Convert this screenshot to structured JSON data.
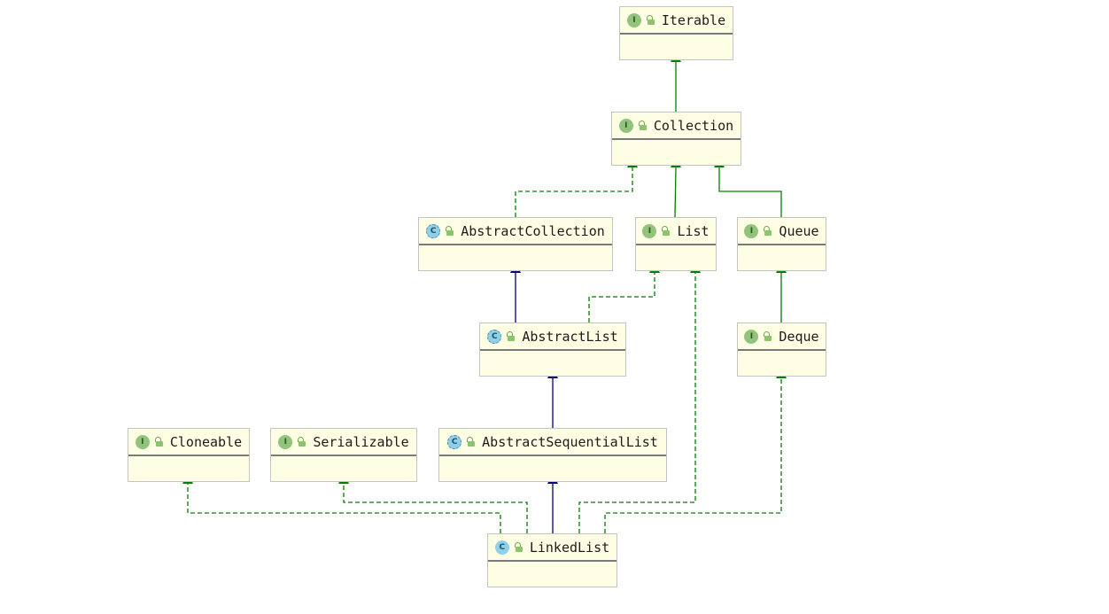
{
  "diagram": {
    "nodes": [
      {
        "id": "iterable",
        "name": "Iterable",
        "kind": "interface",
        "badge": "I"
      },
      {
        "id": "collection",
        "name": "Collection",
        "kind": "interface",
        "badge": "I"
      },
      {
        "id": "abstractcollection",
        "name": "AbstractCollection",
        "kind": "abstract",
        "badge": "C"
      },
      {
        "id": "list",
        "name": "List",
        "kind": "interface",
        "badge": "I"
      },
      {
        "id": "queue",
        "name": "Queue",
        "kind": "interface",
        "badge": "I"
      },
      {
        "id": "abstractlist",
        "name": "AbstractList",
        "kind": "abstract",
        "badge": "C"
      },
      {
        "id": "deque",
        "name": "Deque",
        "kind": "interface",
        "badge": "I"
      },
      {
        "id": "cloneable",
        "name": "Cloneable",
        "kind": "interface",
        "badge": "I"
      },
      {
        "id": "serializable",
        "name": "Serializable",
        "kind": "interface",
        "badge": "I"
      },
      {
        "id": "abstractsequentiallist",
        "name": "AbstractSequentialList",
        "kind": "abstract",
        "badge": "C"
      },
      {
        "id": "linkedlist",
        "name": "LinkedList",
        "kind": "class",
        "badge": "C"
      }
    ],
    "edges": [
      {
        "from": "collection",
        "to": "iterable",
        "type": "extends-interface"
      },
      {
        "from": "abstractcollection",
        "to": "collection",
        "type": "implements"
      },
      {
        "from": "list",
        "to": "collection",
        "type": "extends-interface"
      },
      {
        "from": "queue",
        "to": "collection",
        "type": "extends-interface"
      },
      {
        "from": "abstractlist",
        "to": "abstractcollection",
        "type": "extends-class"
      },
      {
        "from": "abstractlist",
        "to": "list",
        "type": "implements"
      },
      {
        "from": "deque",
        "to": "queue",
        "type": "extends-interface"
      },
      {
        "from": "abstractsequentiallist",
        "to": "abstractlist",
        "type": "extends-class"
      },
      {
        "from": "linkedlist",
        "to": "abstractsequentiallist",
        "type": "extends-class"
      },
      {
        "from": "linkedlist",
        "to": "list",
        "type": "implements"
      },
      {
        "from": "linkedlist",
        "to": "deque",
        "type": "implements"
      },
      {
        "from": "linkedlist",
        "to": "cloneable",
        "type": "implements"
      },
      {
        "from": "linkedlist",
        "to": "serializable",
        "type": "implements"
      }
    ],
    "colors": {
      "node_fill": "#fefee4",
      "interface_edge": "#008000",
      "class_edge": "#000080",
      "interface_badge": "#92c37d",
      "class_badge": "#8ed0e8"
    }
  }
}
